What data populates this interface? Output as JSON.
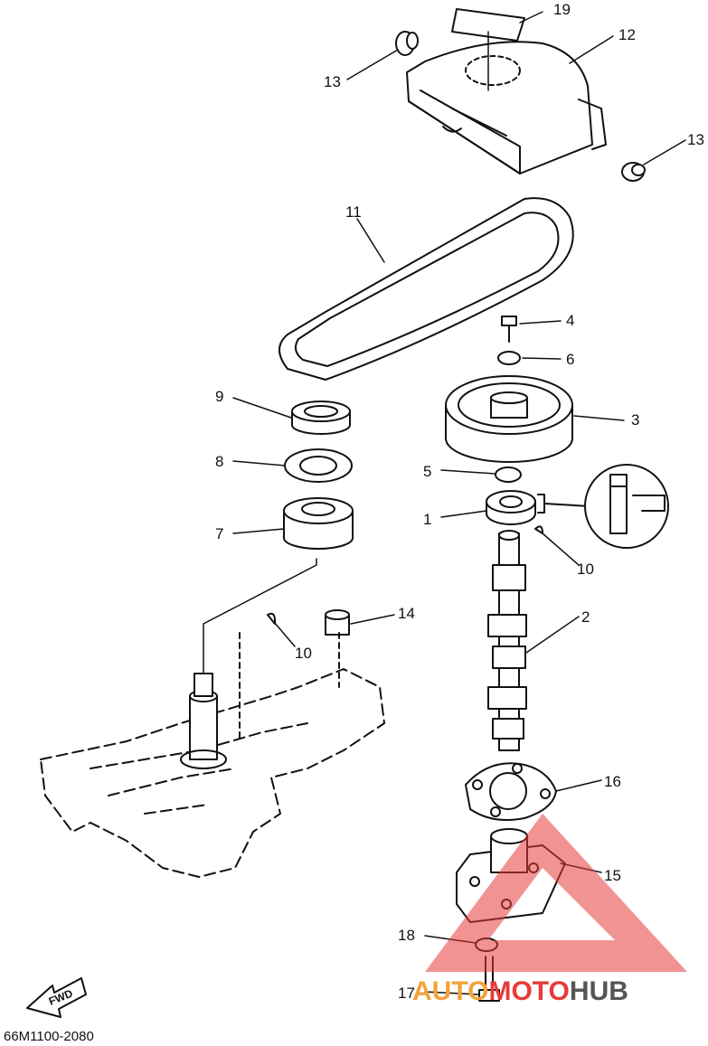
{
  "diagram": {
    "part_code": "66M1100-2080",
    "fwd_label": "FWD",
    "watermark": {
      "part1": "AUTO",
      "part2": "MOTO",
      "part3": "HUB",
      "color_red": "#e83a3a",
      "color_orange": "#f2a33a",
      "color_gray": "#555555"
    },
    "callouts": [
      "19",
      "12",
      "13",
      "13",
      "11",
      "4",
      "6",
      "3",
      "9",
      "8",
      "5",
      "1",
      "7",
      "10",
      "14",
      "10",
      "2",
      "16",
      "15",
      "18",
      "17"
    ]
  }
}
